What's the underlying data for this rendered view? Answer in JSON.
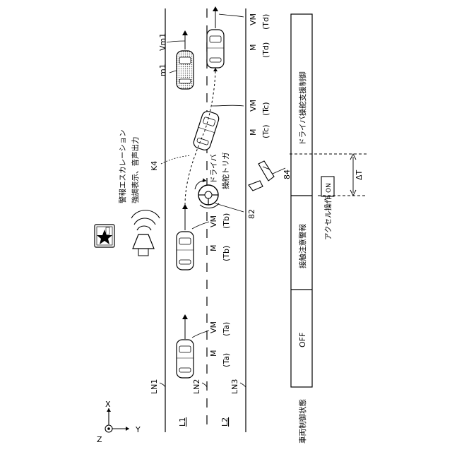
{
  "axes": {
    "x": "X",
    "y": "Y",
    "z": "Z"
  },
  "lanes": {
    "l1": "L1",
    "l2": "L2"
  },
  "lane_lines": {
    "ln1": "LN1",
    "ln2": "LN2",
    "ln3": "LN3"
  },
  "vehicles": {
    "host_ta": {
      "label": "M",
      "time": "(Ta)",
      "speed": "VM",
      "speed_time": "(Ta)"
    },
    "host_tb": {
      "label": "M",
      "time": "(Tb)",
      "speed": "VM",
      "speed_time": "(Tb)"
    },
    "host_tc": {
      "label": "M",
      "time": "(Tc)",
      "speed": "VM",
      "speed_time": "(Tc)"
    },
    "host_td": {
      "label": "M",
      "time": "(Td)",
      "speed": "VM",
      "speed_time": "(Td)"
    },
    "other": {
      "label": "m1",
      "speed": "Vm1"
    }
  },
  "trajectory_label": "K4",
  "annotations": {
    "warning_escalation_line1": "警報エスカレーション",
    "warning_escalation_line2": "強調表示、音声出力",
    "driver_steering_line1": "ドライバ",
    "driver_steering_line2": "操舵トリガ",
    "steering_wheel_ref": "82",
    "pedal_ref": "84",
    "on_state": "ON",
    "accel_operation": "アクセル操作",
    "delta_t": "ΔT"
  },
  "control_state": {
    "title": "車両制御状態",
    "segments": [
      "OFF",
      "接触注意警報",
      "ドライバ操舵支援制御"
    ]
  }
}
